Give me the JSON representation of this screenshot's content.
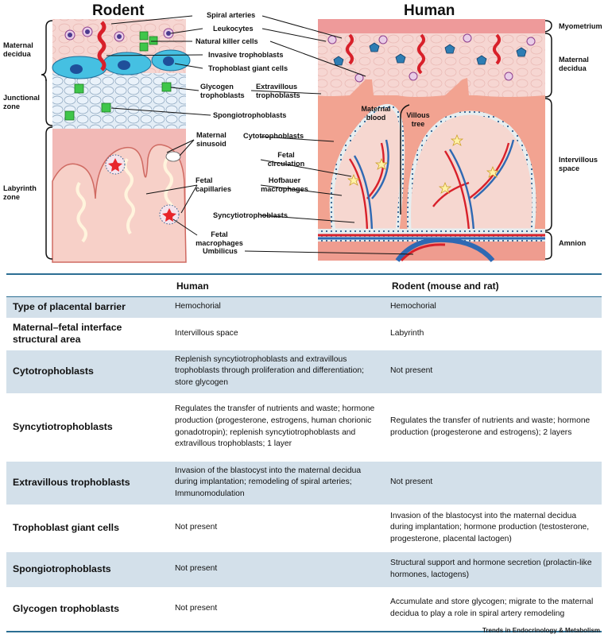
{
  "figure": {
    "rodent_title": "Rodent",
    "human_title": "Human",
    "rodent_zones": [
      "Maternal decidua",
      "Junctional zone",
      "Labyrinth zone"
    ],
    "human_zones": [
      "Myometrium",
      "Maternal decidua",
      "Intervillous space",
      "Amnion"
    ],
    "center_labels": [
      "Spiral arteries",
      "Leukocytes",
      "Natural killer cells",
      "Invasive trophoblasts",
      "Trophoblast giant cells",
      "Glycogen trophoblasts",
      "Extravillous trophoblasts",
      "Spongiotrophoblasts",
      "Maternal sinusoid",
      "Cytotrophoblasts",
      "Fetal circulation",
      "Fetal capillaries",
      "Hofbauer macrophages",
      "Syncytiotrophoblasts",
      "Fetal macrophages",
      "Umbilicus"
    ],
    "human_inner_labels": [
      "Maternal blood",
      "Villous tree"
    ]
  },
  "table": {
    "headers": [
      "",
      "Human",
      "Rodent (mouse and rat)"
    ],
    "rows": [
      {
        "label": "Type of placental barrier",
        "human": "Hemochorial",
        "rodent": "Hemochorial",
        "shade": true
      },
      {
        "label": "Maternal–fetal interface structural area",
        "human": "Intervillous space",
        "rodent": "Labyrinth",
        "shade": false
      },
      {
        "label": "Cytotrophoblasts",
        "human": "Replenish syncytiotrophoblasts and extravillous trophoblasts through proliferation and differentiation; store glycogen",
        "rodent": "Not present",
        "shade": true
      },
      {
        "label": "Syncytiotrophoblasts",
        "human": "Regulates the transfer of nutrients and waste; hormone production (progesterone, estrogens, human chorionic gonadotropin); replenish syncytiotrophoblasts and extravillous trophoblasts; 1 layer",
        "rodent": "Regulates the transfer of nutrients and waste; hormone production (progesterone and estrogens); 2 layers",
        "shade": false
      },
      {
        "label": "Extravillous trophoblasts",
        "human": "Invasion of the blastocyst into the maternal decidua during implantation; remodeling of spiral arteries; Immunomodulation",
        "rodent": "Not present",
        "shade": true
      },
      {
        "label": "Trophoblast giant cells",
        "human": "Not present",
        "rodent": "Invasion of the blastocyst into the maternal decidua during implantation; hormone production (testosterone, progesterone, placental lactogen)",
        "shade": false
      },
      {
        "label": "Spongiotrophoblasts",
        "human": "Not present",
        "rodent": "Structural support and hormone secretion (prolactin-like hormones, lactogens)",
        "shade": true
      },
      {
        "label": "Glycogen trophoblasts",
        "human": "Not present",
        "rodent": "Accumulate and store glycogen; migrate to the maternal decidua to play a role in spiral artery remodeling",
        "shade": false
      }
    ]
  },
  "footer": "Trends in Endocrinology & Metabolism",
  "colors": {
    "rule": "#2c6e93",
    "row_shade": "#d3e0ea",
    "maternal_tissue": "#f4c6c0",
    "blood": "#e8806a",
    "artery_red": "#d8202a",
    "vein_blue": "#2e69b3",
    "giant_cell": "#44bfe0",
    "glycogen_cell": "#3fc64a"
  }
}
